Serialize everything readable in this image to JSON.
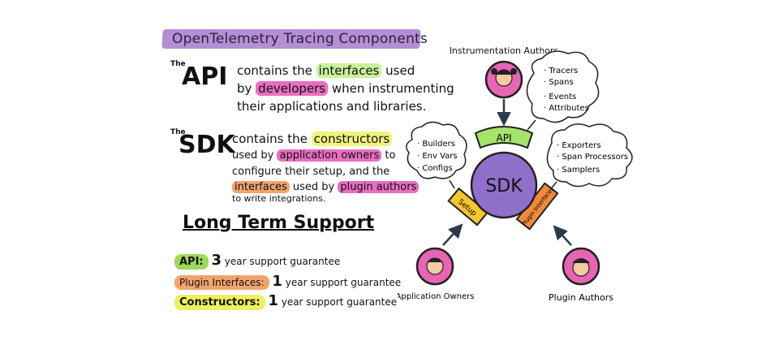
{
  "title": "OpenTelemetry Tracing Components",
  "api_section": {
    "prefix": "The",
    "term": "API",
    "line1_a": "contains the ",
    "line1_hl": "interfaces",
    "line1_b": " used",
    "line2_a": "by ",
    "line2_hl": "developers",
    "line2_b": " when instrumenting",
    "line3": "their applications and libraries."
  },
  "sdk_section": {
    "prefix": "The",
    "term": "SDK",
    "line1_a": "contains the ",
    "line1_hl": "constructors",
    "line2_a": "used by ",
    "line2_hl": "application owners",
    "line2_b": " to",
    "line3": "configure their setup, and the",
    "line4_hl1": "interfaces",
    "line4_mid": " used by ",
    "line4_hl2": "plugin authors",
    "line5": "to write integrations."
  },
  "lts": {
    "title": "Long Term Support",
    "rows": [
      {
        "label": "API:",
        "num": "3",
        "text": " year support guarantee",
        "color": "#9fd85a"
      },
      {
        "label": "Plugin Interfaces:",
        "num": "1",
        "text": " year support guarantee",
        "color": "#f2a46d"
      },
      {
        "label": "Constructors:",
        "num": "1",
        "text": " year support guarantee",
        "color": "#eef05e"
      }
    ]
  },
  "diagram": {
    "top_label": "Instrumentation Authors",
    "api_label": "API",
    "sdk_label": "SDK",
    "setup_label": "Setup",
    "plugin_label": "Plugin Interfaces",
    "left_bubble": [
      "· Builders",
      "· Env Vars",
      "· Configs"
    ],
    "top_bubble": [
      "· Tracers",
      "· Spans",
      "· Events",
      "· Attributes"
    ],
    "right_bubble": [
      "· Exporters",
      "· Span Processors",
      "· Samplers"
    ],
    "bottom_left_label": "Application Owners",
    "bottom_right_label": "Plugin Authors",
    "colors": {
      "sdk": "#8f6fc9",
      "api": "#a8e36b",
      "setup": "#f6c62e",
      "plugin": "#f28a3a",
      "avatar_top": "#e864b4",
      "avatar_left": "#e864b4",
      "avatar_right": "#e864b4"
    }
  }
}
